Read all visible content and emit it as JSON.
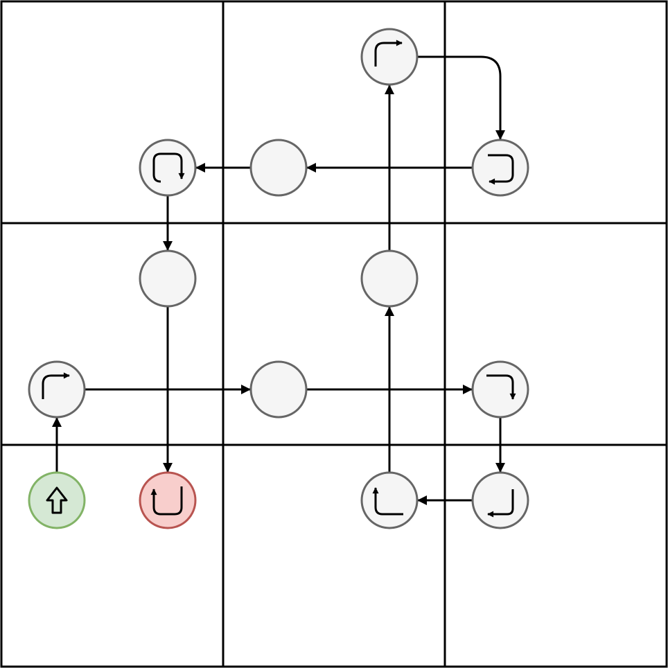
{
  "colors": {
    "background": "#ffffff",
    "grid_line": "#000000",
    "edge": "#000000",
    "node_fill": "#f5f5f5",
    "node_stroke": "#666666",
    "start_fill": "#d5e8d4",
    "start_stroke": "#82b366",
    "end_fill": "#f8cecc",
    "end_stroke": "#b85450",
    "glyph": "#000000"
  },
  "grid": {
    "rows": 3,
    "cols": 3
  },
  "nodes": [
    {
      "id": "n-start",
      "row": 4,
      "col": 0,
      "role": "start",
      "icon": "arrow-up-outline-icon"
    },
    {
      "id": "n-r3c0",
      "row": 3,
      "col": 0,
      "role": "normal",
      "icon": "turn-right-icon"
    },
    {
      "id": "n-r3c2",
      "row": 3,
      "col": 2,
      "role": "normal",
      "icon": "none"
    },
    {
      "id": "n-r3c4",
      "row": 3,
      "col": 4,
      "role": "normal",
      "icon": "turn-down-icon"
    },
    {
      "id": "n-r4c4",
      "row": 4,
      "col": 4,
      "role": "normal",
      "icon": "turn-down-left-icon"
    },
    {
      "id": "n-r4c3",
      "row": 4,
      "col": 3,
      "role": "normal",
      "icon": "turn-left-up-icon"
    },
    {
      "id": "n-r2c3",
      "row": 2,
      "col": 3,
      "role": "normal",
      "icon": "none"
    },
    {
      "id": "n-r0c3",
      "row": 0,
      "col": 3,
      "role": "normal",
      "icon": "turn-right-icon"
    },
    {
      "id": "n-r1c4",
      "row": 1,
      "col": 4,
      "role": "normal",
      "icon": "u-turn-left-icon"
    },
    {
      "id": "n-r1c2",
      "row": 1,
      "col": 2,
      "role": "normal",
      "icon": "none"
    },
    {
      "id": "n-r1c1",
      "row": 1,
      "col": 1,
      "role": "normal",
      "icon": "loop-icon"
    },
    {
      "id": "n-r2c1",
      "row": 2,
      "col": 1,
      "role": "normal",
      "icon": "none"
    },
    {
      "id": "n-end",
      "row": 4,
      "col": 1,
      "role": "end",
      "icon": "u-turn-up-icon"
    }
  ],
  "edges": [
    {
      "from": "n-start",
      "to": "n-r3c0"
    },
    {
      "from": "n-r3c0",
      "to": "n-r3c2"
    },
    {
      "from": "n-r3c2",
      "to": "n-r3c4"
    },
    {
      "from": "n-r3c4",
      "to": "n-r4c4"
    },
    {
      "from": "n-r4c4",
      "to": "n-r4c3"
    },
    {
      "from": "n-r4c3",
      "to": "n-r2c3"
    },
    {
      "from": "n-r2c3",
      "to": "n-r0c3"
    },
    {
      "from": "n-r0c3",
      "to": "n-r1c4",
      "shape": "elbow"
    },
    {
      "from": "n-r1c4",
      "to": "n-r1c2"
    },
    {
      "from": "n-r1c2",
      "to": "n-r1c1"
    },
    {
      "from": "n-r1c1",
      "to": "n-r2c1"
    },
    {
      "from": "n-r2c1",
      "to": "n-end"
    }
  ]
}
